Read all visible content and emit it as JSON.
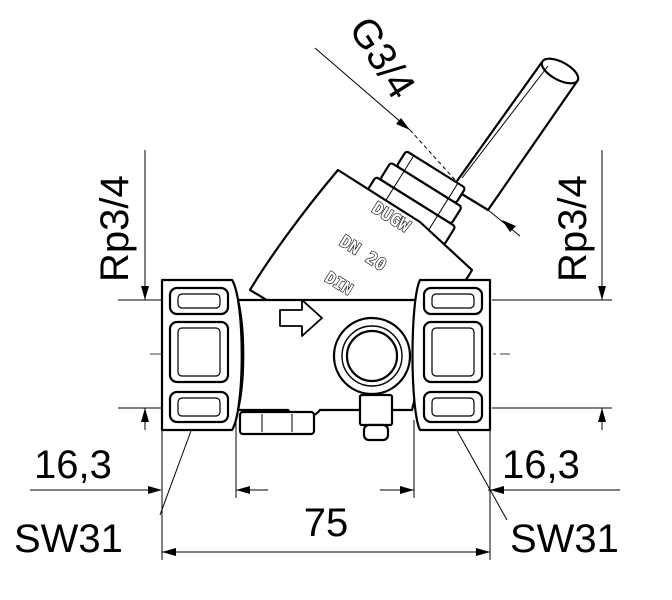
{
  "drawing": {
    "labels": {
      "top_thread": "G3/4",
      "left_thread": "Rp3/4",
      "right_thread": "Rp3/4",
      "left_depth": "16,3",
      "right_depth": "16,3",
      "length": "75",
      "left_wrench": "SW31",
      "right_wrench": "SW31"
    },
    "body_marking": [
      "DUGW",
      "DN 20",
      "DIN"
    ]
  }
}
